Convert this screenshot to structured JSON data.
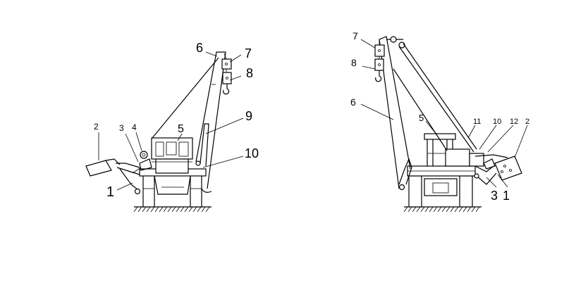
{
  "left_figure": {
    "labels": {
      "l1": "1",
      "l2": "2",
      "l3": "3",
      "l4": "4",
      "l5": "5",
      "l6": "6",
      "l7": "7",
      "l8": "8",
      "l9": "9",
      "l10": "10"
    }
  },
  "right_figure": {
    "labels": {
      "l1": "1",
      "l2": "2",
      "l3": "3",
      "l5": "5",
      "l6": "6",
      "l7": "7",
      "l8": "8",
      "l10": "10",
      "l11": "11",
      "l12": "12"
    }
  }
}
